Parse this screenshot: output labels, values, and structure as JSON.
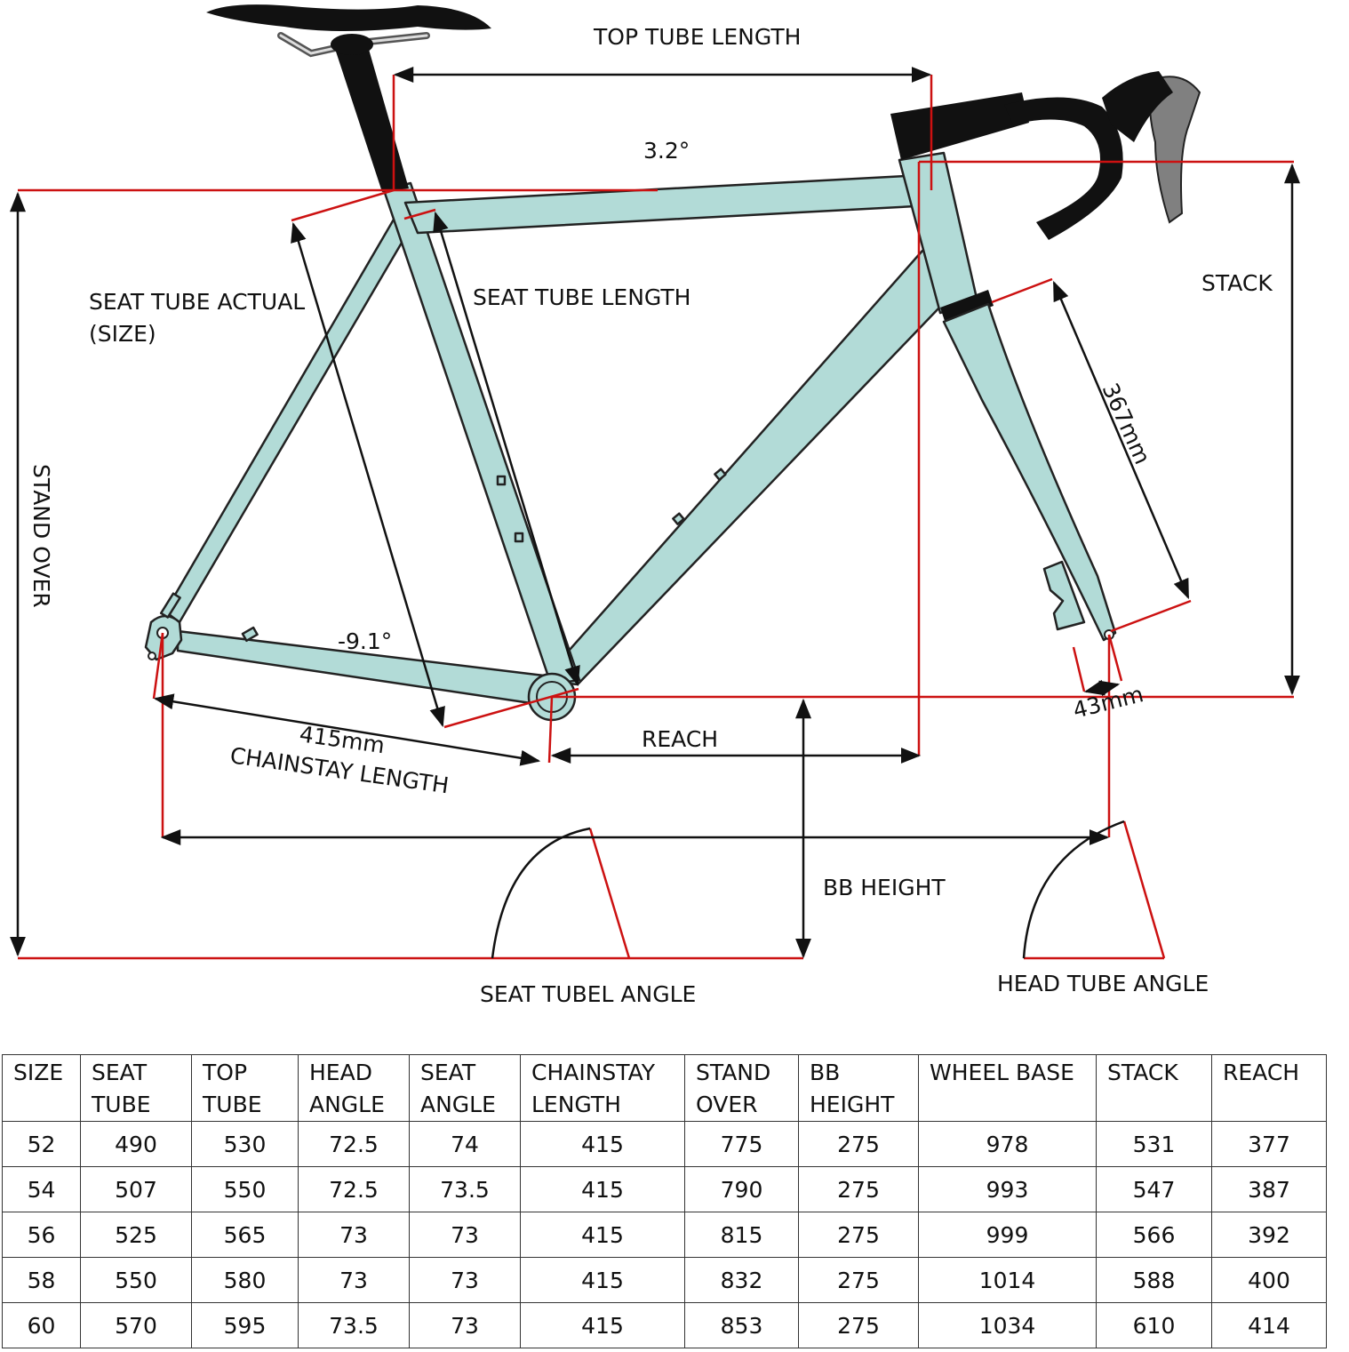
{
  "labels": {
    "top_tube_length": "TOP TUBE LENGTH",
    "top_tube_slope": "3.2°",
    "seat_tube_actual_line1": "SEAT TUBE ACTUAL",
    "seat_tube_actual_line2": "(SIZE)",
    "seat_tube_length": "SEAT TUBE LENGTH",
    "stack": "STACK",
    "stand_over": "STAND OVER",
    "fork_length": "367mm",
    "chainstay_angle": "-9.1°",
    "chainstay_value": "415mm",
    "chainstay_length": "CHAINSTAY LENGTH",
    "reach": "REACH",
    "fork_offset": "43mm",
    "bb_height": "BB HEIGHT",
    "seat_tube_angle": "SEAT TUBEL ANGLE",
    "head_tube_angle": "HEAD TUBE ANGLE"
  },
  "colors": {
    "frame": "#b2dbd7",
    "dimension_lines": "#cc1111",
    "outline": "#111111",
    "lever": "#808080"
  },
  "table": {
    "headers": [
      [
        "SIZE",
        ""
      ],
      [
        "SEAT",
        "TUBE"
      ],
      [
        "TOP",
        "TUBE"
      ],
      [
        "HEAD",
        "ANGLE"
      ],
      [
        "SEAT",
        "ANGLE"
      ],
      [
        "CHAINSTAY",
        "LENGTH"
      ],
      [
        "STAND",
        "OVER"
      ],
      [
        "BB",
        "HEIGHT"
      ],
      [
        "WHEEL BASE",
        ""
      ],
      [
        "STACK",
        ""
      ],
      [
        "REACH",
        ""
      ]
    ],
    "rows": [
      [
        "52",
        "490",
        "530",
        "72.5",
        "74",
        "415",
        "775",
        "275",
        "978",
        "531",
        "377"
      ],
      [
        "54",
        "507",
        "550",
        "72.5",
        "73.5",
        "415",
        "790",
        "275",
        "993",
        "547",
        "387"
      ],
      [
        "56",
        "525",
        "565",
        "73",
        "73",
        "415",
        "815",
        "275",
        "999",
        "566",
        "392"
      ],
      [
        "58",
        "550",
        "580",
        "73",
        "73",
        "415",
        "832",
        "275",
        "1014",
        "588",
        "400"
      ],
      [
        "60",
        "570",
        "595",
        "73.5",
        "73",
        "415",
        "853",
        "275",
        "1034",
        "610",
        "414"
      ]
    ]
  }
}
